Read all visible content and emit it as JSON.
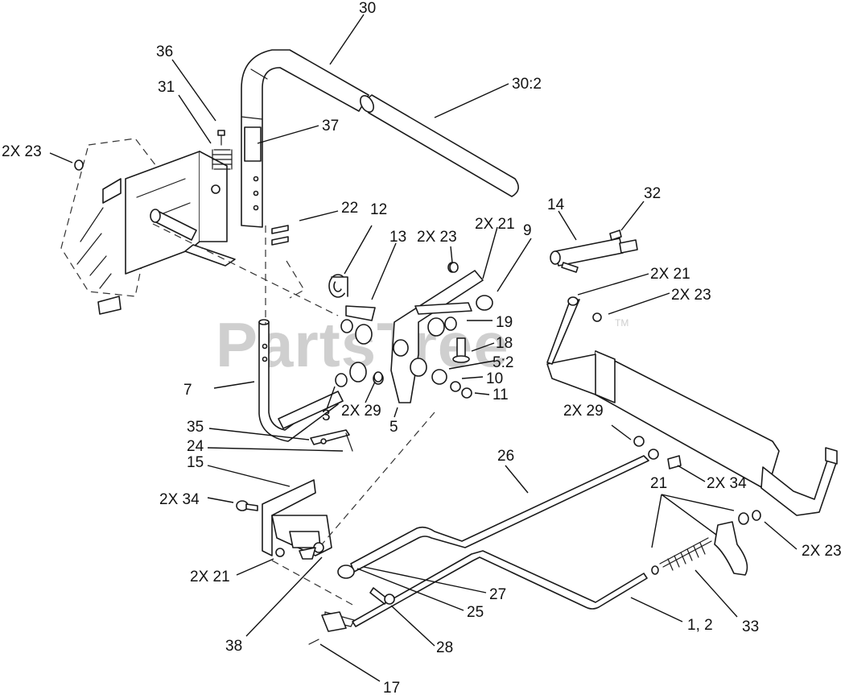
{
  "watermark": {
    "text": "PartsTree",
    "trademark": "TM"
  },
  "callouts": [
    {
      "id": "30",
      "text": "30"
    },
    {
      "id": "36",
      "text": "36"
    },
    {
      "id": "30_2",
      "text": "30:2"
    },
    {
      "id": "31",
      "text": "31"
    },
    {
      "id": "37",
      "text": "37"
    },
    {
      "id": "2x23_a",
      "text": "2X 23"
    },
    {
      "id": "22",
      "text": "22"
    },
    {
      "id": "12",
      "text": "12"
    },
    {
      "id": "14",
      "text": "14"
    },
    {
      "id": "32",
      "text": "32"
    },
    {
      "id": "2x21_a",
      "text": "2X 21"
    },
    {
      "id": "9",
      "text": "9"
    },
    {
      "id": "13",
      "text": "13"
    },
    {
      "id": "2x23_b",
      "text": "2X 23"
    },
    {
      "id": "2x21_b",
      "text": "2X 21"
    },
    {
      "id": "2x23_c",
      "text": "2X 23"
    },
    {
      "id": "19",
      "text": "19"
    },
    {
      "id": "18",
      "text": "18"
    },
    {
      "id": "5_2",
      "text": "5:2"
    },
    {
      "id": "7",
      "text": "7"
    },
    {
      "id": "10",
      "text": "10"
    },
    {
      "id": "11",
      "text": "11"
    },
    {
      "id": "3",
      "text": "3"
    },
    {
      "id": "2x29_a",
      "text": "2X 29"
    },
    {
      "id": "5",
      "text": "5"
    },
    {
      "id": "2x29_b",
      "text": "2X 29"
    },
    {
      "id": "35",
      "text": "35"
    },
    {
      "id": "24",
      "text": "24"
    },
    {
      "id": "15",
      "text": "15"
    },
    {
      "id": "26",
      "text": "26"
    },
    {
      "id": "21",
      "text": "21"
    },
    {
      "id": "2x34_a",
      "text": "2X 34"
    },
    {
      "id": "2x34_b",
      "text": "2X 34"
    },
    {
      "id": "2x23_d",
      "text": "2X 23"
    },
    {
      "id": "2x21_c",
      "text": "2X 21"
    },
    {
      "id": "27",
      "text": "27"
    },
    {
      "id": "25",
      "text": "25"
    },
    {
      "id": "1_2",
      "text": "1, 2"
    },
    {
      "id": "33",
      "text": "33"
    },
    {
      "id": "38",
      "text": "38"
    },
    {
      "id": "28",
      "text": "28"
    },
    {
      "id": "17",
      "text": "17"
    }
  ]
}
